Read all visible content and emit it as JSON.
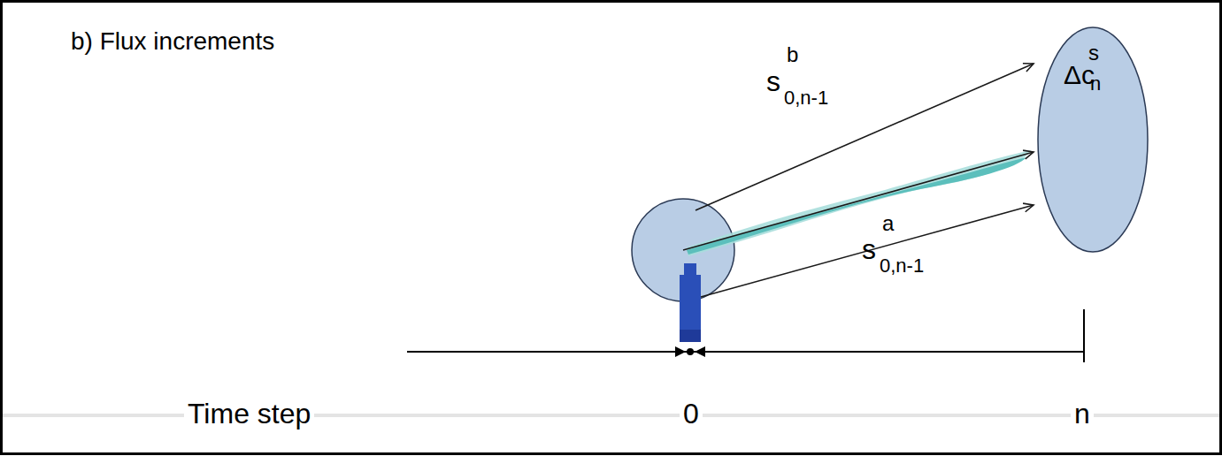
{
  "diagram": {
    "title": "b) Flux increments",
    "nodes": [
      {
        "text": [
          "Δc",
          "s",
          "n"
        ]
      }
    ],
    "labels": [
      "s",
      "b",
      "0,n-1",
      "s",
      "a",
      "0,n-1",
      "Time step",
      "0",
      "n"
    ]
  }
}
